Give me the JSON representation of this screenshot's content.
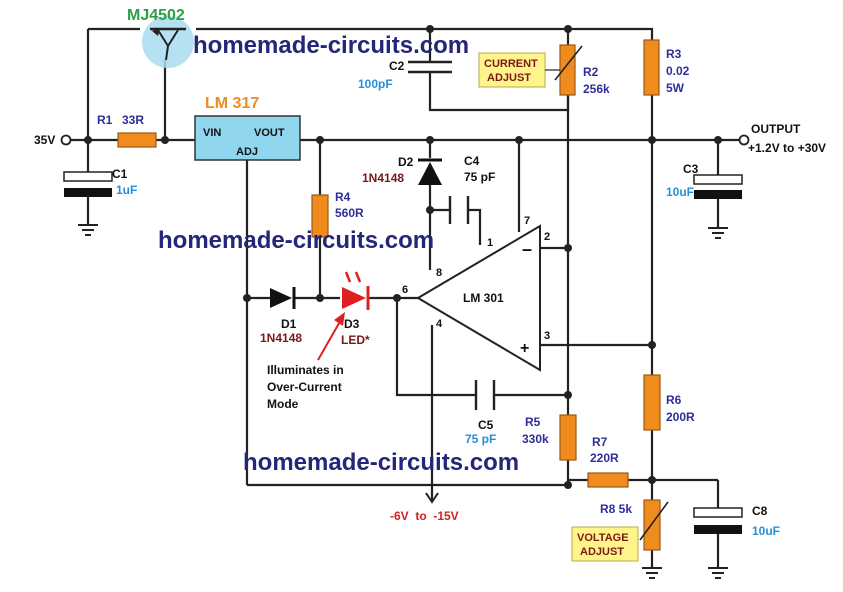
{
  "watermark": "homemade-circuits.com",
  "transistor": {
    "name": "MJ4502"
  },
  "regulator": {
    "name": "LM 317",
    "vin": "VIN",
    "vout": "VOUT",
    "adj": "ADJ"
  },
  "opamp": {
    "name": "LM 301",
    "pins": [
      "1",
      "2",
      "3",
      "4",
      "6",
      "7",
      "8"
    ]
  },
  "input": {
    "label": "35V"
  },
  "output": {
    "label": "OUTPUT",
    "range": "+1.2V to +30V"
  },
  "negative_supply": "-6V  to  -15V",
  "resistors": {
    "r1": {
      "name": "R1",
      "value": "33R"
    },
    "r2": {
      "name": "R2",
      "value": "256k"
    },
    "r3": {
      "name": "R3",
      "value": "0.02",
      "power": "5W"
    },
    "r4": {
      "name": "R4",
      "value": "560R"
    },
    "r5": {
      "name": "R5",
      "value": "330k"
    },
    "r6": {
      "name": "R6",
      "value": "200R"
    },
    "r7": {
      "name": "R7",
      "value": "220R"
    },
    "r8": {
      "name": "R8 5k"
    }
  },
  "capacitors": {
    "c1": {
      "name": "C1",
      "value": "1uF"
    },
    "c2": {
      "name": "C2",
      "value": "100pF"
    },
    "c3": {
      "name": "C3",
      "value": "10uF"
    },
    "c4": {
      "name": "C4",
      "value": "75 pF"
    },
    "c5": {
      "name": "C5",
      "value": "75 pF"
    },
    "c8": {
      "name": "C8",
      "value": "10uF"
    }
  },
  "diodes": {
    "d1": {
      "name": "D1",
      "value": "1N4148"
    },
    "d2": {
      "name": "D2",
      "value": "1N4148"
    },
    "d3": {
      "name": "D3",
      "value": "LED*"
    }
  },
  "tags": {
    "current_adjust": [
      "CURRENT",
      "ADJUST"
    ],
    "voltage_adjust": [
      "VOLTAGE",
      "ADJUST"
    ]
  },
  "annotation": [
    "Illuminates in",
    "Over-Current",
    "Mode"
  ]
}
